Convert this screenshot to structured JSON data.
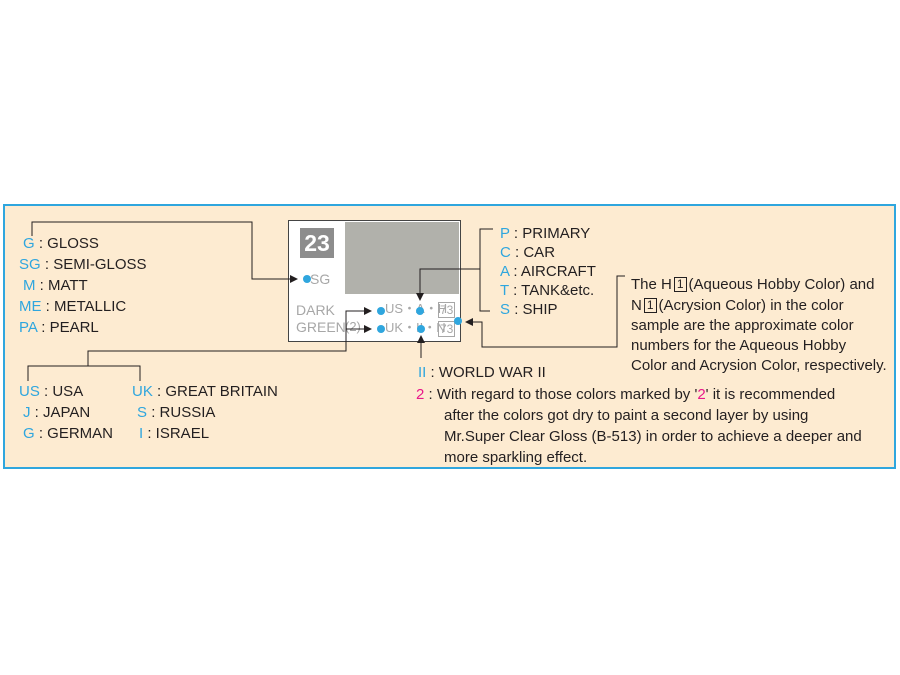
{
  "finish": [
    {
      "code": "G",
      "label": ": GLOSS"
    },
    {
      "code": "SG",
      "label": ": SEMI-GLOSS"
    },
    {
      "code": "M",
      "label": ": MATT"
    },
    {
      "code": "ME",
      "label": ": METALLIC"
    },
    {
      "code": "PA",
      "label": ": PEARL"
    }
  ],
  "countries_left": [
    {
      "code": "US",
      "label": ": USA"
    },
    {
      "code": "J",
      "label": ": JAPAN"
    },
    {
      "code": "G",
      "label": ": GERMAN"
    }
  ],
  "countries_right": [
    {
      "code": "UK",
      "label": ": GREAT BRITAIN"
    },
    {
      "code": "S",
      "label": ": RUSSIA"
    },
    {
      "code": "I",
      "label": ": ISRAEL"
    }
  ],
  "usage": [
    {
      "code": "P",
      "label": ": PRIMARY"
    },
    {
      "code": "C",
      "label": ": CAR"
    },
    {
      "code": "A",
      "label": ": AIRCRAFT"
    },
    {
      "code": "T",
      "label": ": TANK&etc."
    },
    {
      "code": "S",
      "label": ": SHIP"
    }
  ],
  "sample": {
    "number": "23",
    "finish": "SG",
    "name_line1": "DARK",
    "name_line2": "GREEN",
    "mark": "(2)",
    "row1": "US・A・H",
    "row2": "UK・II・N",
    "num1": "73",
    "num2": "73",
    "swatch_color": "#b1b1ab"
  },
  "note": {
    "line1_a": "The H",
    "line1_box": "1",
    "line1_b": "(Aqueous Hobby Color) and",
    "line2_a": "N",
    "line2_box": "1",
    "line2_b": "(Acrysion Color) in the color",
    "line3": "sample are the approximate color",
    "line4": "numbers for the Aqueous Hobby",
    "line5": "Color and Acrysion Color, respectively."
  },
  "ww2": {
    "code": "II",
    "label": ": WORLD WAR II"
  },
  "second_layer": {
    "code": "2",
    "line1_a": ": With regard to those colors marked by '",
    "line1_mark": "2",
    "line1_b": "' it is recommended",
    "line2": "after the colors got dry to paint a second layer by using",
    "line3": "Mr.Super Clear Gloss (B-513) in order to achieve a deeper and",
    "line4": "more sparkling effect."
  },
  "colors": {
    "accent": "#2fa6de",
    "panel_bg": "#fdebd1",
    "magenta": "#e8178a"
  }
}
